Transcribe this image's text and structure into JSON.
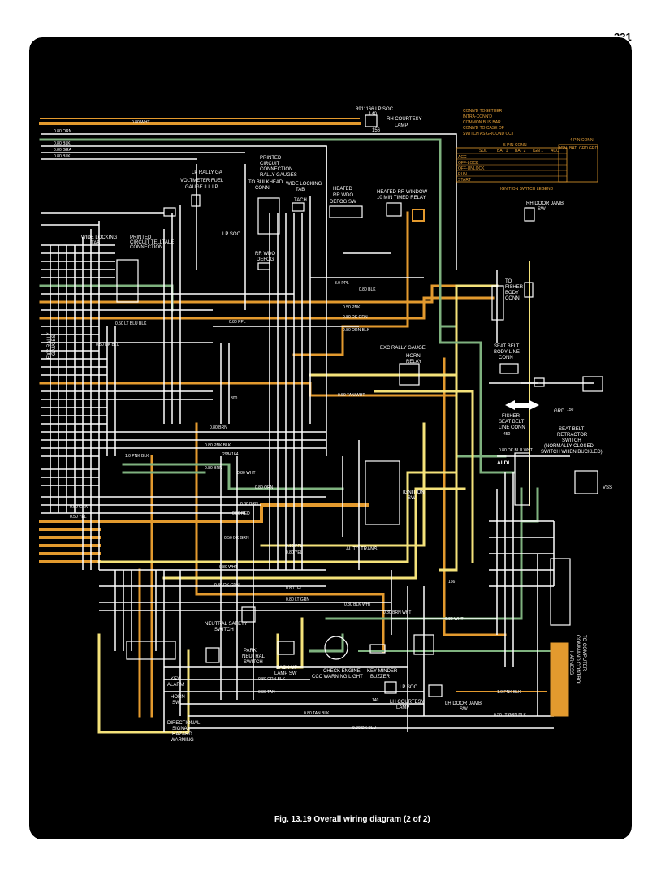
{
  "page_number": "331",
  "caption": "Fig. 13.19 Overall wiring diagram  (2 of 2)",
  "colors": {
    "background": "#000000",
    "wire_white": "#ffffff",
    "wire_orange": "#e39a2e",
    "wire_yellow": "#f4e27a",
    "wire_green": "#7fb27f",
    "connector_outline": "#ffffff"
  },
  "top_labels": {
    "lp_soc": "8911166 LP SOC",
    "rh_courtesy": "RH COURTESY",
    "lamp": "LAMP",
    "rh_door_jamb": "RH DOOR JAMB",
    "sw": "SW",
    "circuit_140": "140",
    "circuit_156": "156",
    "circuit_150": "150"
  },
  "legend": {
    "conn_together": "CONN'D TOGETHER",
    "intra_conn": "INTRA-CONN'D",
    "common_bus": "COMMON BUS BAR",
    "conn_case": "CONN'D TO CASE OF",
    "switch_ground": "SWITCH AS GROUND CCT"
  },
  "ignition_table": {
    "title_5pin": "5 PIN CONN",
    "title_4pin": "4 PIN CONN",
    "legend": "IGNITION SWITCH LEGEND",
    "headers_5": [
      "SOL",
      "BAT 1",
      "BAT 2",
      "IGN 1",
      "ACC"
    ],
    "headers_4": [
      "IGN 3",
      "BAT 3",
      "GRD 1",
      "GRD 2"
    ],
    "rows": [
      "ACC",
      "OFF-LOCK",
      "OFF-UNLOCK",
      "RUN",
      "START"
    ]
  },
  "components": {
    "lp_rally_ga": "LP RALLY GA",
    "voltmeter": "VOLTMETER FUEL",
    "gauge_ill": "GAUGE ILL LP",
    "printed_circuit": "PRINTED",
    "circuit": "CIRCUIT",
    "connection": "CONNECTION",
    "rally_gauges": "RALLY GAUGES",
    "to_bulkhead": "TO BULKHEAD",
    "conn": "CONN",
    "wide_locking_tab": "WIDE LOCKING",
    "tab": "TAB",
    "tach": "TACH",
    "heated_rr_wdo": "HEATED",
    "rr_wdo": "RR WDO",
    "defog_sw": "DEFOG SW",
    "heated_rr_window": "HEATED RR WINDOW",
    "timed_relay": "10 MIN TIMED RELAY",
    "lp_soc": "LP SOC",
    "rr_wdo_defog": "RR WDO",
    "defog": "DEFOG",
    "wide_locking_tab_left": "WIDE LOCKING",
    "tab_left": "TAB",
    "printed_telltale_1": "PRINTED",
    "printed_telltale_2": "CIRCUIT TELLTALE",
    "printed_telltale_3": "CONNECTION",
    "exc_rally_gauge": "EXC RALLY GAUGE",
    "horn": "HORN",
    "relay": "RELAY",
    "to_fisher": "TO",
    "fisher": "FISHER",
    "body": "BODY",
    "conn2": "CONN",
    "seat_belt_body_line": "SEAT BELT",
    "body_line": "BODY LINE",
    "conn3": "CONN",
    "fisher2": "FISHER",
    "seat_belt_line_conn": "SEAT BELT",
    "line_conn": "LINE CONN",
    "grd": "GRD",
    "seat_belt_retractor": "SEAT BELT",
    "retractor": "RETRACTOR",
    "switch_nc": "SWITCH",
    "normally_closed": "(NORMALLY CLOSED",
    "when_buckled": "SWITCH WHEN BUCKLED)",
    "ignition_sw": "IGNITION",
    "ignition_sw2": "SW",
    "aldl": "ALDL",
    "auto_trans": "AUTO TRANS",
    "neutral_safety": "NEUTRAL SAFETY",
    "switch": "SWITCH",
    "park_neutral": "PARK",
    "neutral": "NEUTRAL",
    "switch2": "SWITCH",
    "back_up": "BACK UP",
    "lamp_sw": "LAMP SW",
    "check_engine": "CHECK ENGINE",
    "ccc_warning": "CCC WARNING LIGHT",
    "key_minder": "KEY MINDER",
    "buzzer": "BUZZER",
    "lp_soc2": "LP SOC",
    "lh_courtesy": "LH COURTESY",
    "lamp2": "LAMP",
    "lh_door_jamb": "LH DOOR JAMB",
    "sw2": "SW",
    "horn_sw": "HORN",
    "horn_sw2": "SW",
    "key": "KEY",
    "alarm": "ALARM",
    "directional": "DIRECTIONAL",
    "signal": "SIGNAL",
    "hazard": "HAZARD",
    "warning": "WARNING",
    "to_computer": "TO COMPUTER",
    "command_control": "COMMAND CONTROL",
    "harness": "HARNESS",
    "vss": "VSS",
    "exc_gauges": "EXC RALLY",
    "gauges": "GAUGES"
  },
  "wire_labels": {
    "w1": "0.80 WHT",
    "w2": "0.80 ORN",
    "w3": "0.80 BLK",
    "w4": "0.80 GRA",
    "w5": "0.80 BLK",
    "w6": "3.0 PPL",
    "w7": "0.80 BLK",
    "w8": "0.50 PNK",
    "w9": "0.80 DK GRN",
    "w10": "0.80 PPL",
    "w11": "0.80 ORN BLK",
    "w12": "0.50 LT BLU BLK",
    "w13": "0.50 DK BLU",
    "w14": "0.50 TAN/WHT",
    "w15": "0.80 BRN",
    "w16": "0.80 PNK BLK",
    "w17": "1.0 PNK BLK",
    "w18": "0.80 BRN",
    "w19": "0.80 WHT",
    "w20": "0.50 GRA",
    "w21": "0.50 YEL",
    "w22": "0.80 RED",
    "w23": "0.80 BRN",
    "w24": "0.50 DK GRN",
    "w25": "0.80 PPL",
    "w26": "0.80 YEL",
    "w27": "0.80 WHT",
    "w28": "0.80 DK GRN",
    "w29": "0.80 TEL",
    "w30": "0.80 LT GRN",
    "w31": "0.80 BLK WHT",
    "w32": "0.80 BRN WHT",
    "w33": "0.80 WHT",
    "w34": "0.80 DK BLU",
    "w35": "0.80 TAN BLK",
    "w36": "0.80 ORN BLK",
    "w37": "0.80 TAN",
    "w38": "1.0 PNK BLK",
    "w39": "0.80 ORN",
    "w40": "0.50 LT GRN BLK",
    "w41": "0.80 DK BLU WHT"
  },
  "circuit_numbers": {
    "c300": "300",
    "c450": "450",
    "c156": "156",
    "c140": "140",
    "c150": "150",
    "c2984164": "2984164"
  }
}
